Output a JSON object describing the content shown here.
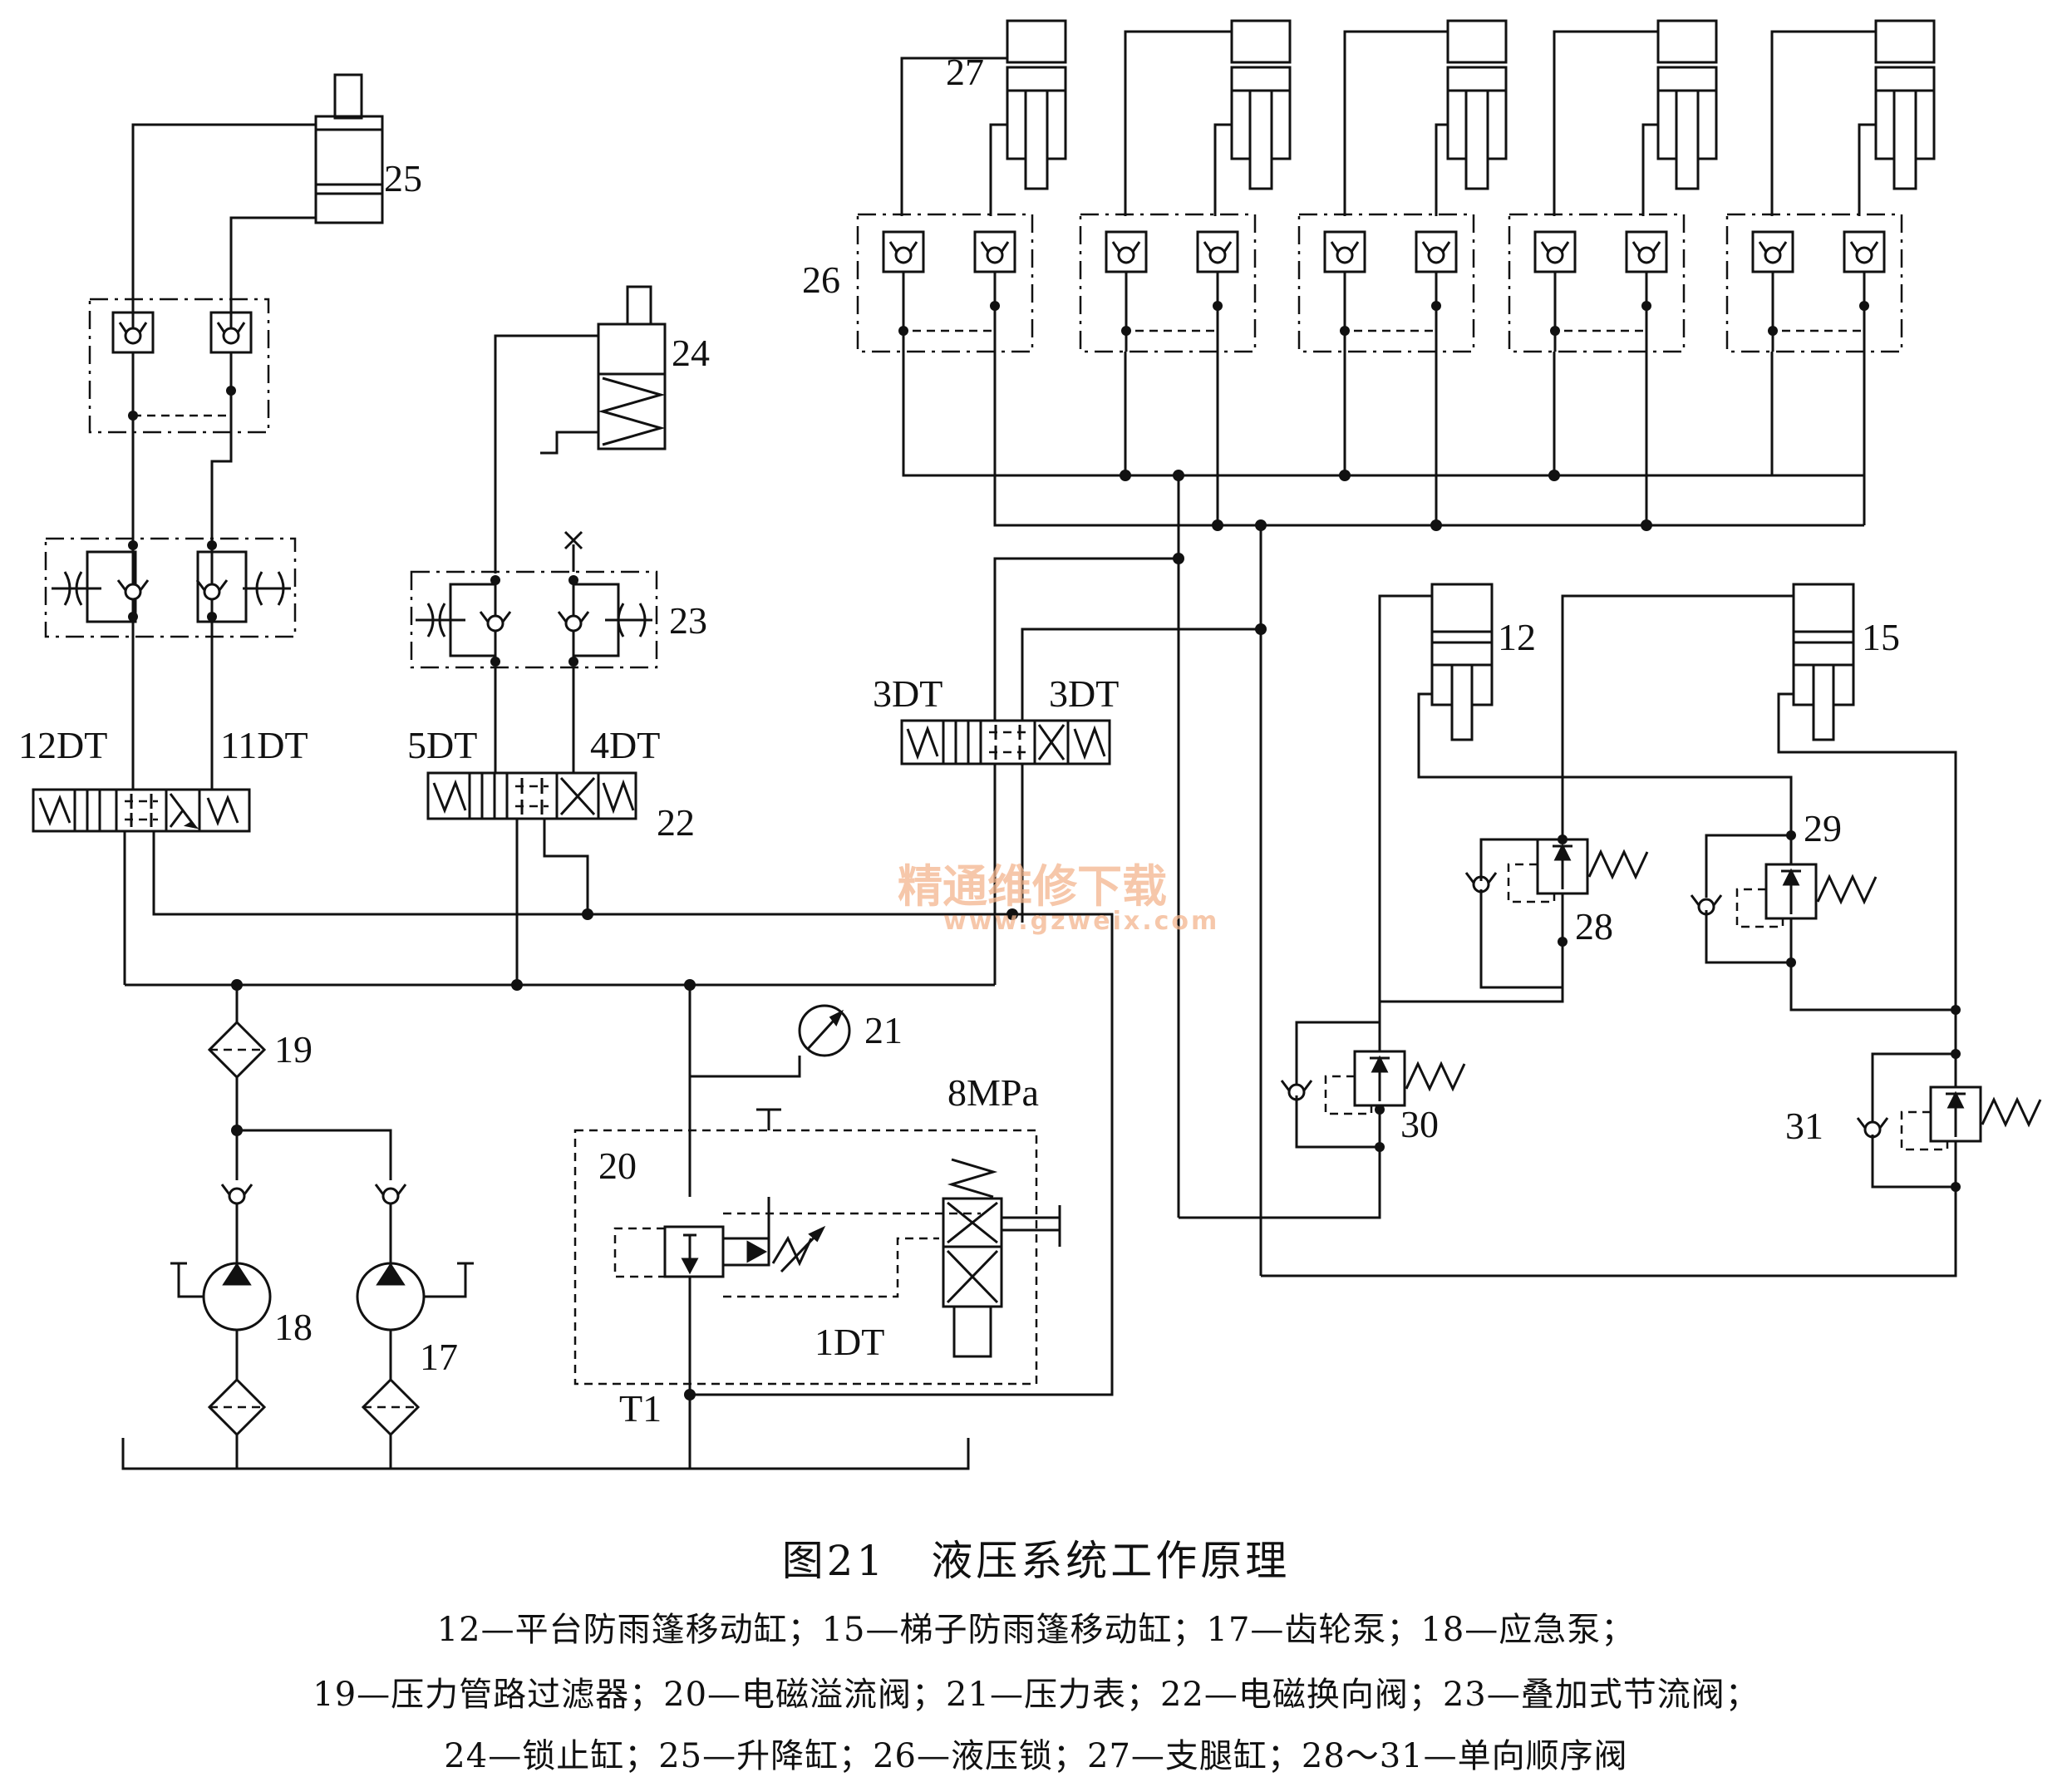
{
  "figure": {
    "title": "图21　液压系统工作原理",
    "legend_lines": [
      "12—平台防雨篷移动缸；15—梯子防雨篷移动缸；17—齿轮泵；18—应急泵；",
      "19—压力管路过滤器；20—电磁溢流阀；21—压力表；22—电磁换向阀；23—叠加式节流阀；",
      "24—锁止缸；25—升降缸；26—液压锁；27—支腿缸；28～31—单向顺序阀"
    ]
  },
  "labels": {
    "c12": "12",
    "c15": "15",
    "c17": "17",
    "c18": "18",
    "c19": "19",
    "c20": "20",
    "c21": "21",
    "c22": "22",
    "c23": "23",
    "c24": "24",
    "c25": "25",
    "c26": "26",
    "c27": "27",
    "c28": "28",
    "c29": "29",
    "c30": "30",
    "c31": "31",
    "dt12": "12DT",
    "dt11": "11DT",
    "dt5": "5DT",
    "dt4": "4DT",
    "dt3a": "3DT",
    "dt3b": "3DT",
    "dt1": "1DT",
    "pressure": "8MPa",
    "tank": "T1"
  },
  "watermark": {
    "text": "精通维修下载",
    "url": "www.gzweix.com"
  }
}
